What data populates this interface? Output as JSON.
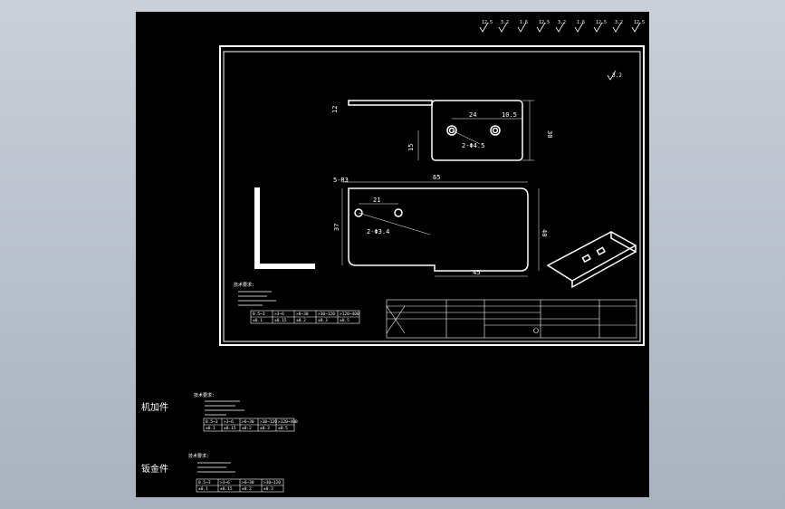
{
  "roughness_symbols": [
    "12.5",
    "3.2",
    "1.6",
    "12.5",
    "3.2",
    "1.6",
    "12.5",
    "3.2",
    "12.5"
  ],
  "corner_roughness": "3.2",
  "dims": {
    "top_thickness": "12",
    "top_pitch": "24",
    "top_edge": "10.5",
    "top_height": "30",
    "top_vertical": "15",
    "top_holes": "2-Φ4.5",
    "flat_chamfer": "5-R3",
    "flat_width": "65",
    "flat_pitch": "21",
    "flat_holes": "2-Φ3.4",
    "flat_left_height": "37",
    "flat_right_height": "40",
    "flat_bottom": "45"
  },
  "tech_req_title": "技术要求:",
  "side_labels": [
    "机加件",
    "钣金件"
  ],
  "main_table": {
    "headers": [
      "0.5~3",
      ">3~6",
      ">6~30",
      ">30~120",
      ">120~400"
    ],
    "values": [
      "±0.1",
      "±0.15",
      "±0.2",
      "±0.3",
      "±0.5"
    ]
  },
  "lower_table_1": {
    "headers": [
      "0.5~3",
      ">3~6",
      ">6~30",
      ">30~120",
      ">120~400"
    ],
    "values": [
      "±0.1",
      "±0.15",
      "±0.2",
      "±0.3",
      "±0.5"
    ]
  },
  "lower_table_2": {
    "headers": [
      "0.5~3",
      ">3~6",
      ">6~30",
      ">30~120"
    ],
    "values": [
      "±0.1",
      "±0.15",
      "±0.2",
      "±0.3"
    ]
  }
}
